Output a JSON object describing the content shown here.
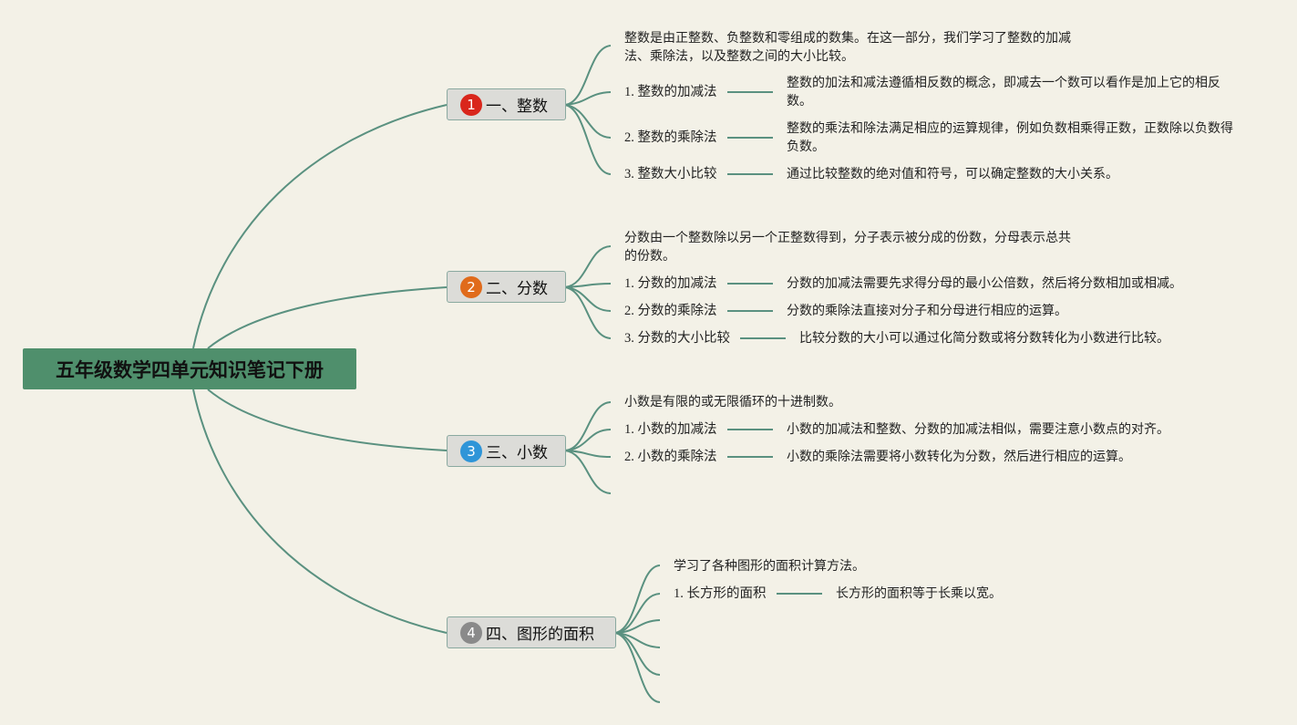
{
  "colors": {
    "background": "#f3f1e7",
    "root_fill": "#4f8f6c",
    "branch_fill": "#dcdcd8",
    "connector": "#5a9180",
    "badge_1": "#d9261c",
    "badge_2": "#e06b1b",
    "badge_3": "#2f95d8",
    "badge_4": "#8a8a8a"
  },
  "root": {
    "title": "五年级数学四单元知识笔记下册"
  },
  "branches": [
    {
      "number": "1",
      "title": "一、整数",
      "summary_line1": "整数是由正整数、负整数和零组成的数集。在这一部分，我们学习了整数的加减",
      "summary_line2": "法、乘除法，以及整数之间的大小比较。",
      "items": [
        {
          "label": "1. 整数的加减法",
          "desc_line1": "整数的加法和减法遵循相反数的概念，即减去一个数可以看作是加上它的相反",
          "desc_line2": "数。"
        },
        {
          "label": "2. 整数的乘除法",
          "desc_line1": "整数的乘法和除法满足相应的运算规律，例如负数相乘得正数，正数除以负数得",
          "desc_line2": "负数。"
        },
        {
          "label": "3. 整数大小比较",
          "desc_line1": "通过比较整数的绝对值和符号，可以确定整数的大小关系。"
        }
      ]
    },
    {
      "number": "2",
      "title": "二、分数",
      "summary_line1": "分数由一个整数除以另一个正整数得到，分子表示被分成的份数，分母表示总共",
      "summary_line2": "的份数。",
      "items": [
        {
          "label": "1. 分数的加减法",
          "desc_line1": "分数的加减法需要先求得分母的最小公倍数，然后将分数相加或相减。"
        },
        {
          "label": "2. 分数的乘除法",
          "desc_line1": "分数的乘除法直接对分子和分母进行相应的运算。"
        },
        {
          "label": "3. 分数的大小比较",
          "desc_line1": "比较分数的大小可以通过化简分数或将分数转化为小数进行比较。"
        }
      ]
    },
    {
      "number": "3",
      "title": "三、小数",
      "summary_line1": "小数是有限的或无限循环的十进制数。",
      "items": [
        {
          "label": "1. 小数的加减法",
          "desc_line1": "小数的加减法和整数、分数的加减法相似，需要注意小数点的对齐。"
        },
        {
          "label": "2. 小数的乘除法",
          "desc_line1": "小数的乘除法需要将小数转化为分数，然后进行相应的运算。"
        }
      ]
    },
    {
      "number": "4",
      "title": "四、图形的面积",
      "summary_line1": "学习了各种图形的面积计算方法。",
      "items": [
        {
          "label": "1. 长方形的面积",
          "desc_line1": "长方形的面积等于长乘以宽。"
        }
      ]
    }
  ]
}
